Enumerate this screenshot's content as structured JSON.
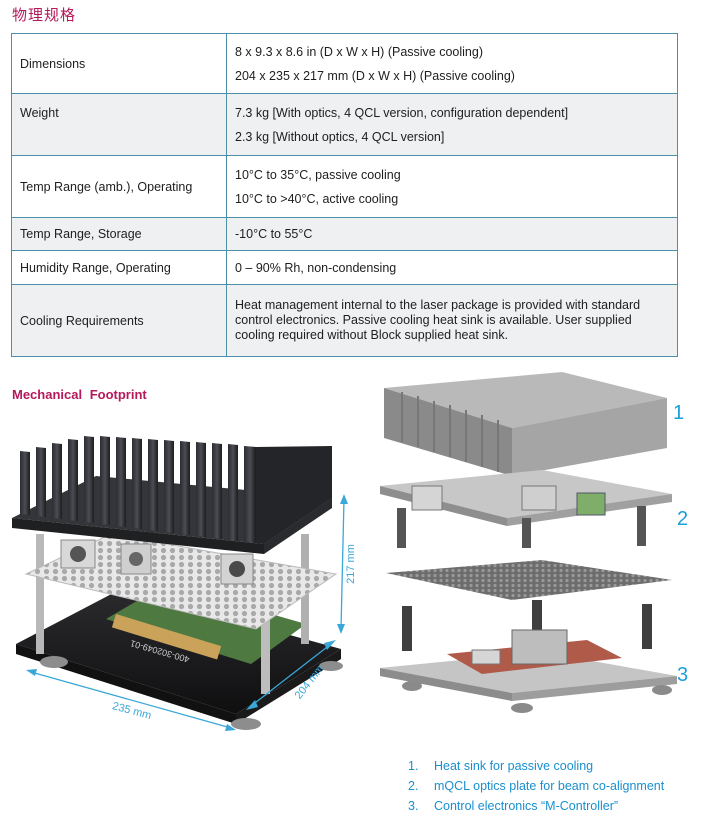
{
  "section_title": "物理规格",
  "specs": [
    {
      "label": "Dimensions",
      "values": [
        "8 x 9.3 x 8.6  in (D x W x H) (Passive cooling)",
        "204 x 235 x 217 mm (D x W x H) (Passive cooling)"
      ]
    },
    {
      "label": "Weight",
      "values": [
        "7.3 kg [With optics, 4 QCL version, configuration dependent]",
        "2.3  kg [Without optics, 4 QCL version]"
      ]
    },
    {
      "label": "Temp Range (amb.), Operating",
      "values": [
        "10°C to 35°C, passive cooling",
        "10°C to >40°C, active cooling"
      ]
    },
    {
      "label": "Temp Range, Storage",
      "values": [
        "-10°C to 55°C"
      ]
    },
    {
      "label": "Humidity Range, Operating",
      "values": [
        "0 – 90%  Rh, non-condensing"
      ]
    },
    {
      "label": "Cooling Requirements",
      "text": "Heat management internal to the laser package is provided with standard control electronics.  Passive cooling heat sink is available. User supplied cooling required without Block supplied heat sink."
    }
  ],
  "mechanical_title": "Mechanical  Footprint",
  "photo_dims": {
    "height": "217 mm",
    "depth": "204 mm",
    "width": "235 mm"
  },
  "pcb_label": "400-302049-01",
  "callouts": [
    "1",
    "2",
    "3"
  ],
  "legend": [
    {
      "num": "1.",
      "text": "Heat sink for passive cooling"
    },
    {
      "num": "2.",
      "text": "mQCL optics plate for beam co-alignment"
    },
    {
      "num": "3.",
      "text": "Control electronics “M-Controller”"
    }
  ]
}
